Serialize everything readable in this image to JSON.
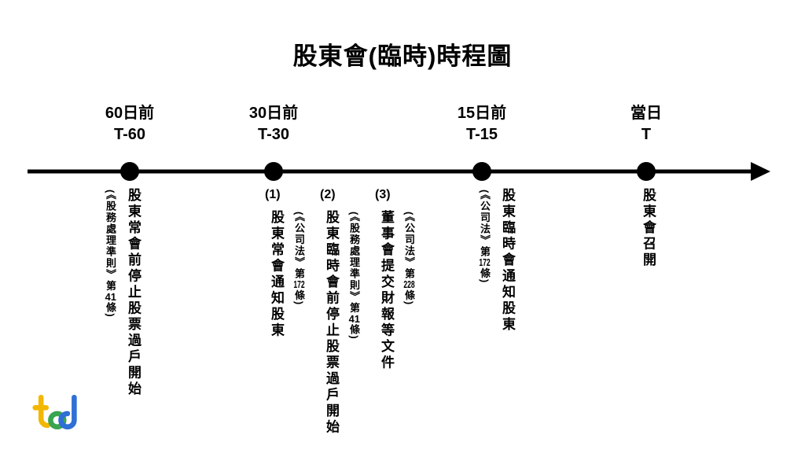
{
  "title": "股東會(臨時)時程圖",
  "colors": {
    "ink": "#000000"
  },
  "events": [
    {
      "label": "60日前",
      "t_label": "T-60",
      "items": [
        {
          "number": "",
          "main": "股東常會前停止股票過戶開始",
          "cite": "(《股務處理準則》第41條)"
        }
      ]
    },
    {
      "label": "30日前",
      "t_label": "T-30",
      "items": [
        {
          "number": "(1)",
          "main": "股東常會通知股東",
          "cite": "(《公司法》第172條)"
        },
        {
          "number": "(2)",
          "main": "股東臨時會前停止股票過戶開始",
          "cite": "(《股務處理準則》第41條)"
        },
        {
          "number": "(3)",
          "main": "董事會提交財報等文件",
          "cite": "(《公司法》第228條)"
        }
      ]
    },
    {
      "label": "15日前",
      "t_label": "T-15",
      "items": [
        {
          "number": "",
          "main": "股東臨時會通知股東",
          "cite": "(《公司法》第172條)"
        }
      ]
    },
    {
      "label": "當日",
      "t_label": "T",
      "items": [
        {
          "number": "",
          "main": "股東會召開",
          "cite": ""
        }
      ]
    }
  ],
  "logo": {
    "letters": "ted",
    "yellow": "#f3b700",
    "green": "#3aa550",
    "blue": "#2f6fd6"
  }
}
